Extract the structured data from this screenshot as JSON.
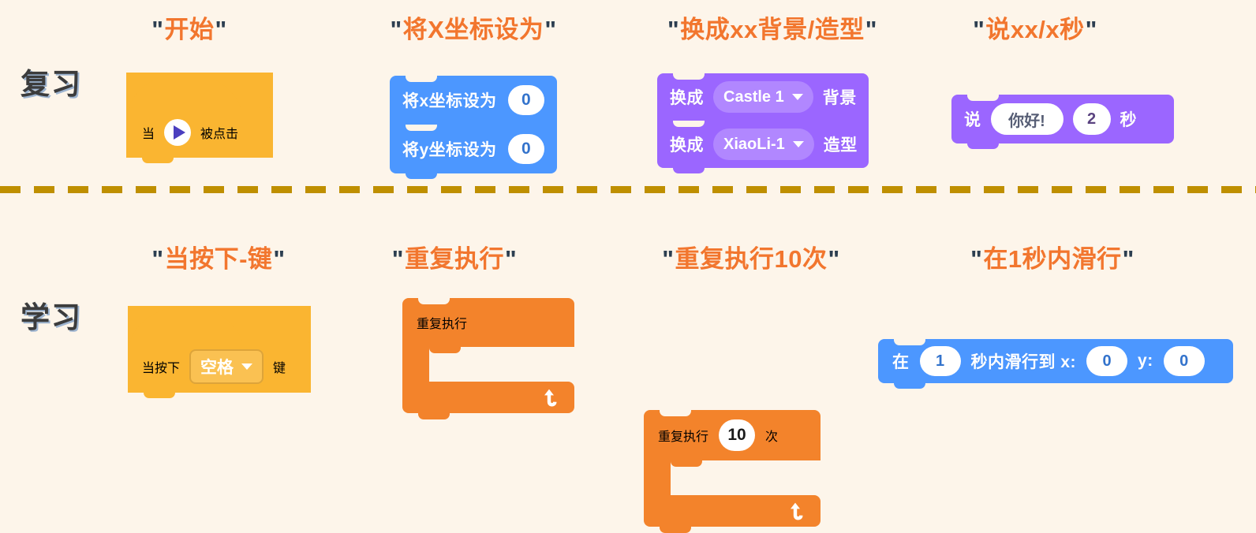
{
  "background_color": "#FDF5EA",
  "divider": {
    "color": "#BF8F00",
    "name": "section-divider"
  },
  "rows": [
    {
      "label": "复习"
    },
    {
      "label": "学习"
    }
  ],
  "palette": {
    "heading": "#F2762E",
    "quote": "#2C3E50",
    "event": "#FAB531",
    "motion": "#4C97FF",
    "looks": "#9B66FF",
    "control": "#F3832B",
    "row_label": "#3C3C3C"
  },
  "review": {
    "row_label": "复习",
    "columns": [
      {
        "title": "开始",
        "quote_open": "\"",
        "quote_close": "\"",
        "block": {
          "kind": "hat",
          "category": "event",
          "pre_label": "当",
          "icon": "green-flag-play-icon",
          "post_label": "被点击"
        }
      },
      {
        "title": "将X坐标设为",
        "quote_open": "\"",
        "quote_close": "\"",
        "stack": [
          {
            "category": "motion",
            "label": "将x坐标设为",
            "value": "0"
          },
          {
            "category": "motion",
            "label": "将y坐标设为",
            "value": "0"
          }
        ]
      },
      {
        "title": "换成xx背景/造型",
        "quote_open": "\"",
        "quote_close": "\"",
        "stack": [
          {
            "category": "looks",
            "label": "换成",
            "dropdown": "Castle 1",
            "tail": "背景"
          },
          {
            "category": "looks",
            "label": "换成",
            "dropdown": "XiaoLi-1",
            "tail": "造型"
          }
        ]
      },
      {
        "title": "说xx/x秒",
        "quote_open": "\"",
        "quote_close": "\"",
        "block": {
          "category": "looks",
          "label": "说",
          "text_value": "你好!",
          "number_value": "2",
          "tail": "秒"
        }
      }
    ]
  },
  "learn": {
    "row_label": "学习",
    "columns": [
      {
        "title": "当按下-键",
        "quote_open": "\"",
        "quote_close": "\"",
        "block": {
          "kind": "hat",
          "category": "event",
          "pre_label": "当按下",
          "dropdown": "空格",
          "post_label": "键"
        }
      },
      {
        "title": "重复执行",
        "quote_open": "\"",
        "quote_close": "\"",
        "block": {
          "kind": "c-block",
          "category": "control",
          "label": "重复执行",
          "loop_icon": "loop-arrow-icon"
        }
      },
      {
        "title": "重复执行10次",
        "quote_open": "\"",
        "quote_close": "\"",
        "block": {
          "kind": "c-block",
          "category": "control",
          "label": "重复执行",
          "value": "10",
          "tail": "次",
          "loop_icon": "loop-arrow-icon"
        }
      },
      {
        "title": "在1秒内滑行",
        "quote_open": "\"",
        "quote_close": "\"",
        "block": {
          "category": "motion",
          "label": "在",
          "secs": "1",
          "mid_label": "秒内滑行到 x:",
          "x_value": "0",
          "y_label": "y:",
          "y_value": "0"
        }
      }
    ]
  }
}
